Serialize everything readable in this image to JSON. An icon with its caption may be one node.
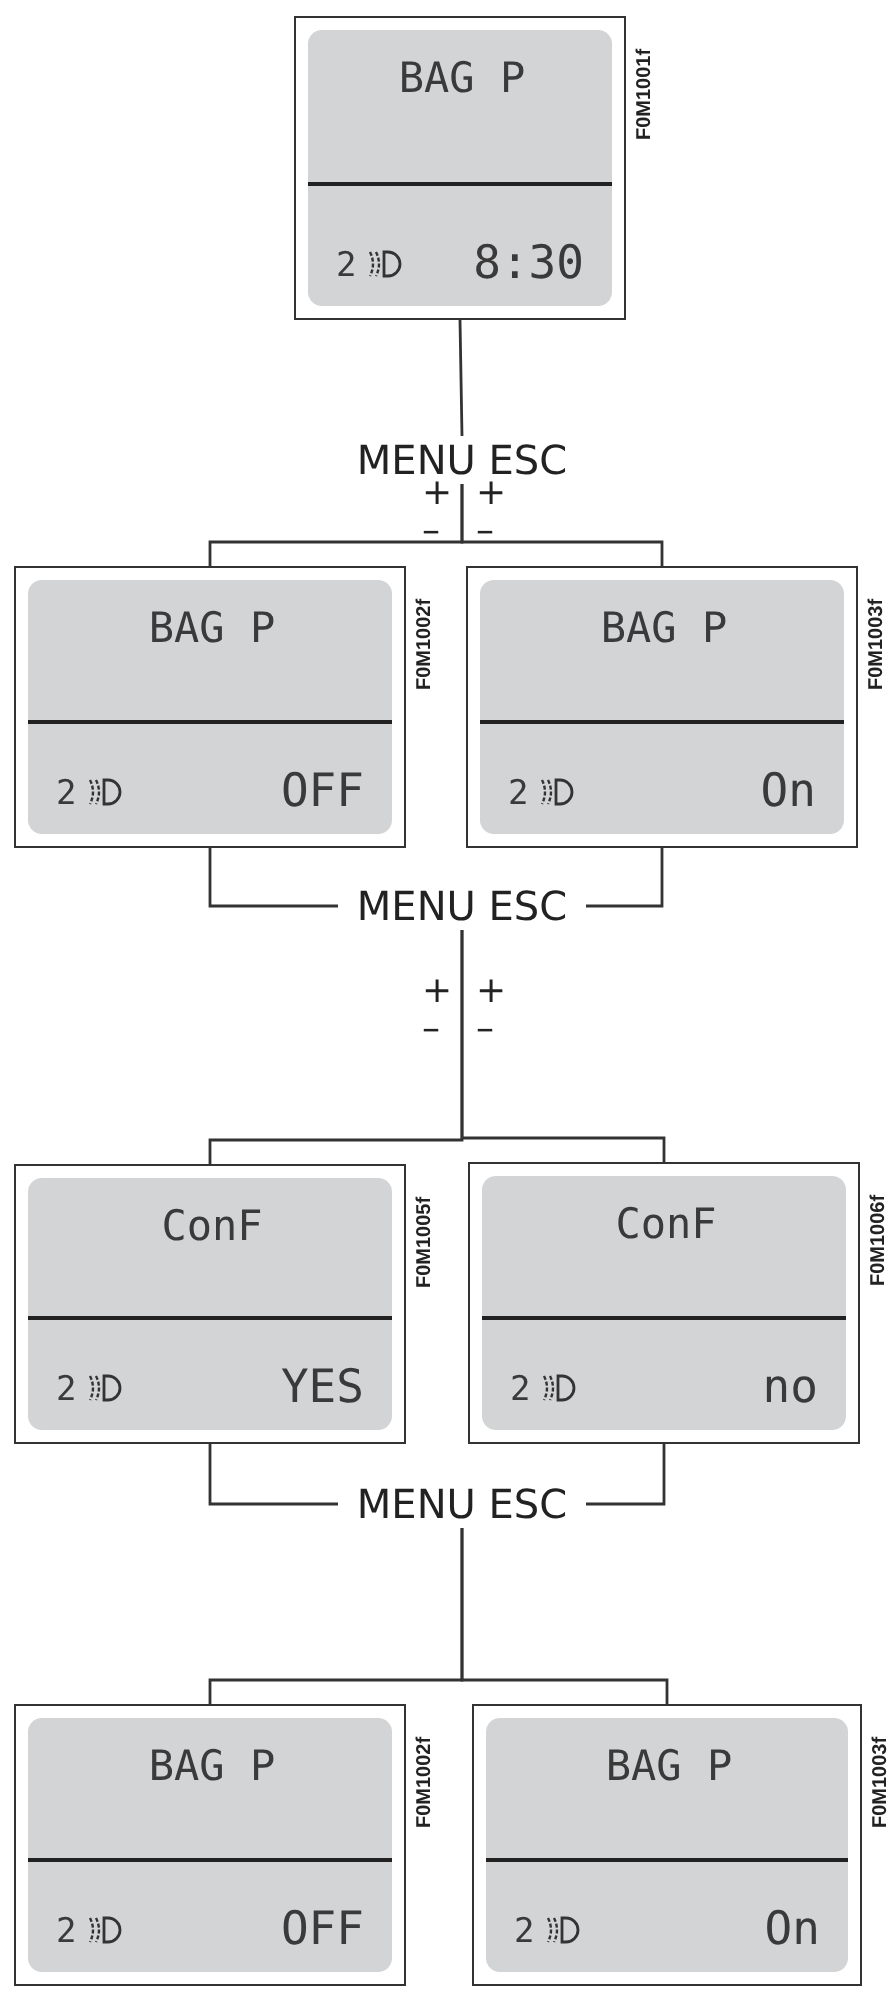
{
  "diagram": {
    "nodes": [
      {
        "text": [
          "BAG P",
          "2",
          "8:30"
        ],
        "beside": [
          "F0M1001f"
        ]
      },
      {
        "text": [
          "MENU ESC"
        ]
      },
      {
        "text": [
          "BAG P",
          "2",
          "OFF"
        ],
        "beside": [
          "F0M1002f"
        ]
      },
      {
        "text": [
          "BAG P",
          "2",
          "On"
        ],
        "beside": [
          "F0M1003f"
        ]
      },
      {
        "text": [
          "MENU ESC"
        ]
      },
      {
        "text": [
          "ConF",
          "2",
          "YES"
        ],
        "beside": [
          "F0M1005f"
        ]
      },
      {
        "text": [
          "ConF",
          "2",
          "no"
        ],
        "beside": [
          "F0M1006f"
        ]
      },
      {
        "text": [
          "MENU ESC"
        ]
      },
      {
        "text": [
          "BAG P",
          "2",
          "OFF"
        ],
        "beside": [
          "F0M1002f"
        ]
      },
      {
        "text": [
          "BAG P",
          "2",
          "On"
        ],
        "beside": [
          "F0M1003f"
        ]
      }
    ],
    "edges": [
      {
        "from": 0,
        "to": 1,
        "arrow": "none"
      },
      {
        "from": 1,
        "to": 2,
        "arrow": "none"
      },
      {
        "from": 1,
        "to": 3,
        "arrow": "none"
      },
      {
        "from": 2,
        "to": 4,
        "arrow": "none"
      },
      {
        "from": 3,
        "to": 4,
        "arrow": "none"
      },
      {
        "from": 4,
        "to": 5,
        "arrow": "none"
      },
      {
        "from": 4,
        "to": 6,
        "arrow": "none"
      },
      {
        "from": 5,
        "to": 7,
        "arrow": "none"
      },
      {
        "from": 6,
        "to": 7,
        "arrow": "none"
      },
      {
        "from": 7,
        "to": 8,
        "arrow": "none"
      },
      {
        "from": 7,
        "to": 9,
        "arrow": "none"
      }
    ],
    "labels": [
      "+",
      "+",
      "–",
      "–",
      "+",
      "+",
      "–",
      "–"
    ]
  }
}
